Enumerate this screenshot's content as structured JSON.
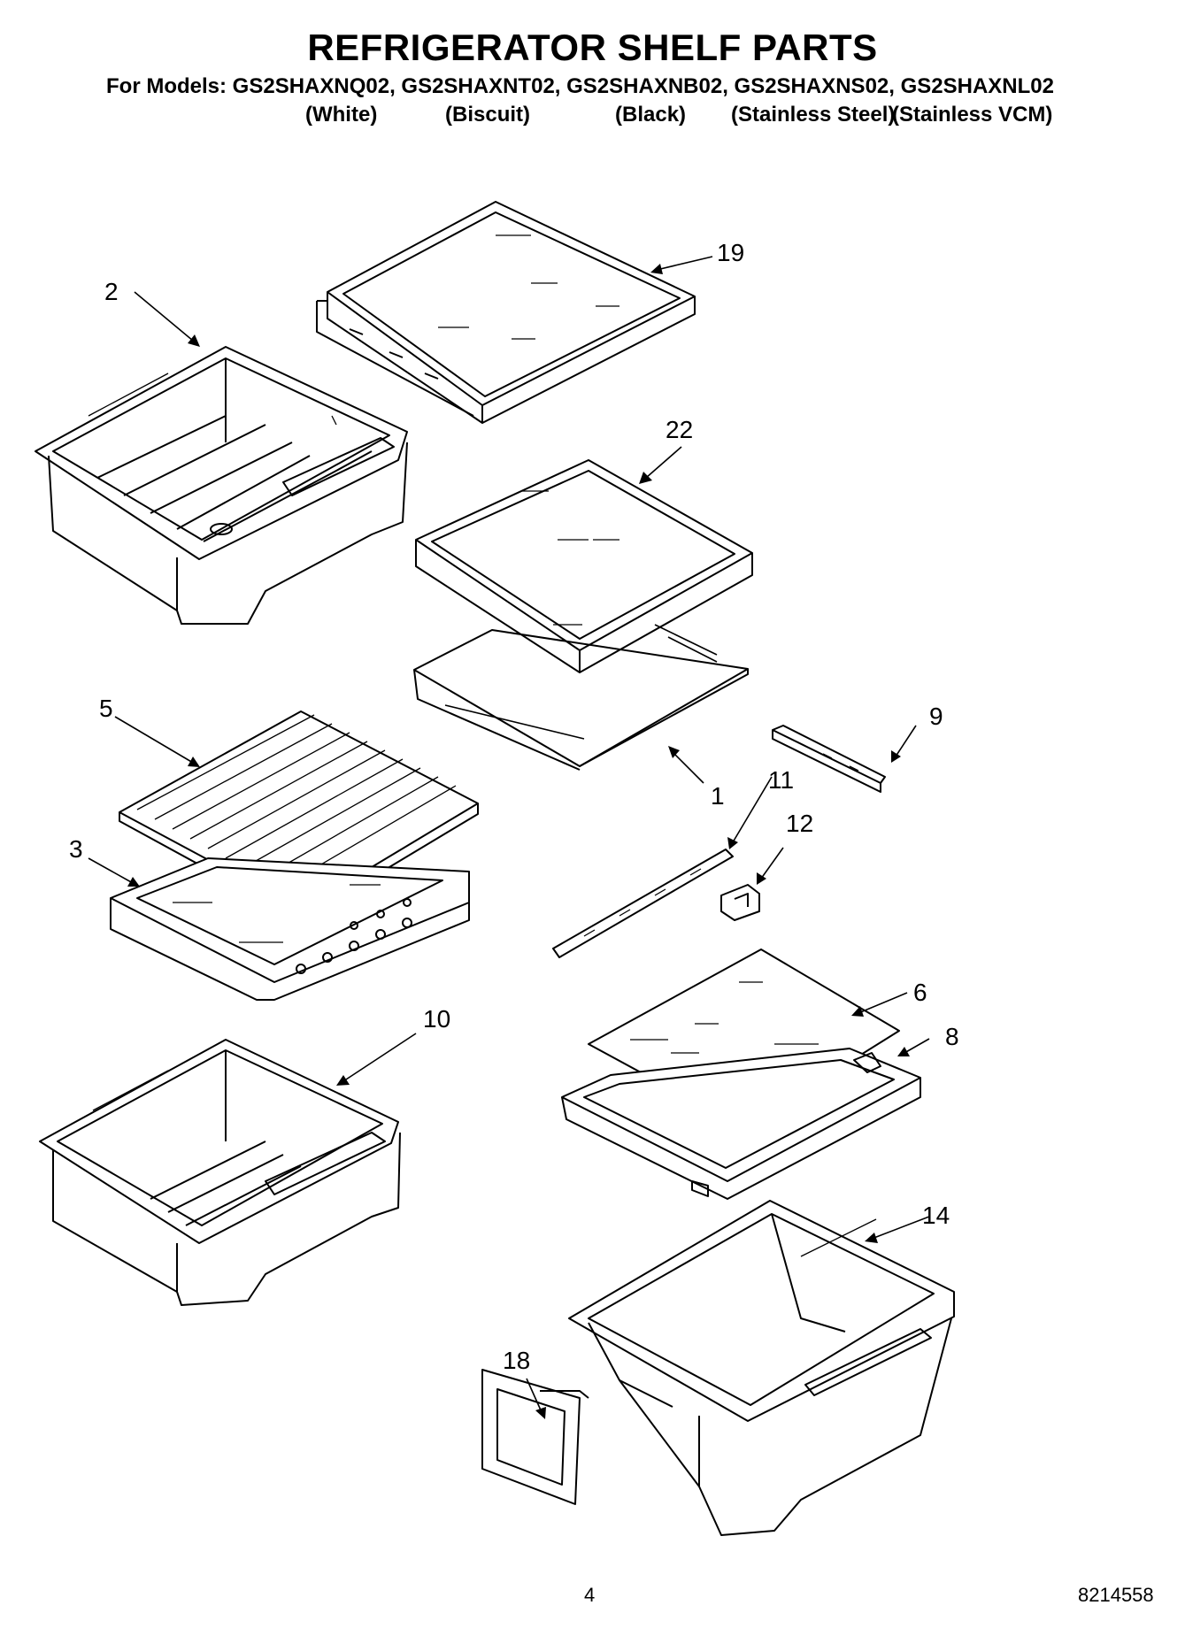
{
  "header": {
    "title": "REFRIGERATOR SHELF PARTS",
    "models_line": "For Models: GS2SHAXNQ02, GS2SHAXNT02, GS2SHAXNB02, GS2SHAXNS02, GS2SHAXNL02",
    "colors": [
      "(White)",
      "(Biscuit)",
      "(Black)",
      "(Stainless Steel)",
      "(Stainless VCM)"
    ]
  },
  "callouts": {
    "p19": "19",
    "p2": "2",
    "p22": "22",
    "p5": "5",
    "p9": "9",
    "p1": "1",
    "p11": "11",
    "p12": "12",
    "p3": "3",
    "p6": "6",
    "p8": "8",
    "p10": "10",
    "p14": "14",
    "p18": "18"
  },
  "footer": {
    "page_number": "4",
    "document_number": "8214558"
  }
}
